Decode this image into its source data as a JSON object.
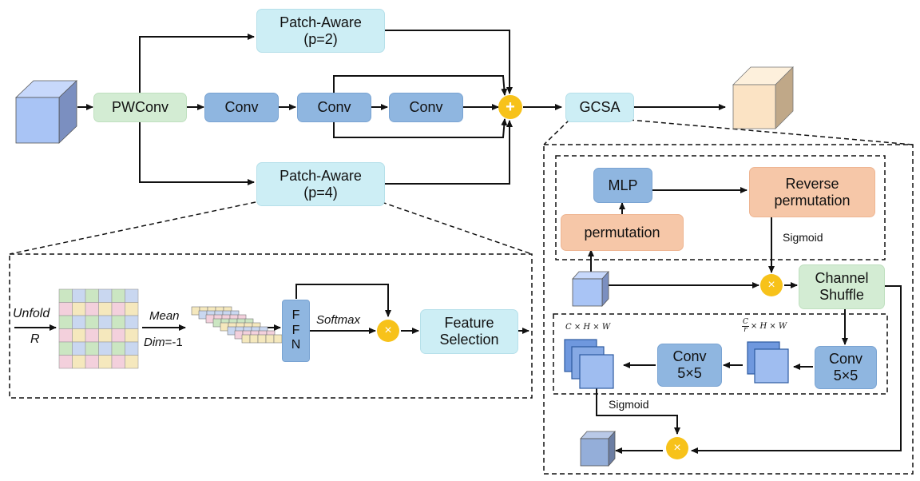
{
  "colors": {
    "cyan": "#cdeef5",
    "green": "#d3ecd3",
    "blue": "#8fb6e0",
    "peach": "#f6c7a8",
    "operator": "#f7c21a",
    "cube_input": "#a9c4f5",
    "cube_output": "#fbe3c4"
  },
  "main": {
    "pwconv": "PWConv",
    "conv1": "Conv",
    "conv2": "Conv",
    "conv3": "Conv",
    "patch_aware_p2_title": "Patch-Aware",
    "patch_aware_p2_param": "(p=2)",
    "patch_aware_p4_title": "Patch-Aware",
    "patch_aware_p4_param": "(p=4)",
    "add_symbol": "+",
    "gcsa": "GCSA"
  },
  "patch_detail": {
    "unfold": "Unfold",
    "r": "R",
    "mean": "Mean",
    "dim_prefix": "Dim",
    "dim_value": "=-1",
    "ffn_letters": [
      "F",
      "F",
      "N"
    ],
    "softmax": "Softmax",
    "multiply_symbol": "×",
    "feature_selection_line1": "Feature",
    "feature_selection_line2": "Selection"
  },
  "gcsa_detail": {
    "mlp": "MLP",
    "permutation": "permutation",
    "reverse_line1": "Reverse",
    "reverse_line2": "permutation",
    "sigmoid_top": "Sigmoid",
    "channel_shuffle_line1": "Channel",
    "channel_shuffle_line2": "Shuffle",
    "conv5_right_line1": "Conv",
    "conv5_right_line2": "5×5",
    "conv5_left_line1": "Conv",
    "conv5_left_line2": "5×5",
    "dims_left": "C × H × W",
    "dims_right_num": "C",
    "dims_right_den": "r",
    "dims_right_rest": "× H × W",
    "sigmoid_bottom": "Sigmoid",
    "multiply_symbol_1": "×",
    "multiply_symbol_2": "×"
  },
  "grid_colors": [
    "#cbe6c2",
    "#c9d7f0",
    "#f3d0dc",
    "#f5e8bd"
  ]
}
